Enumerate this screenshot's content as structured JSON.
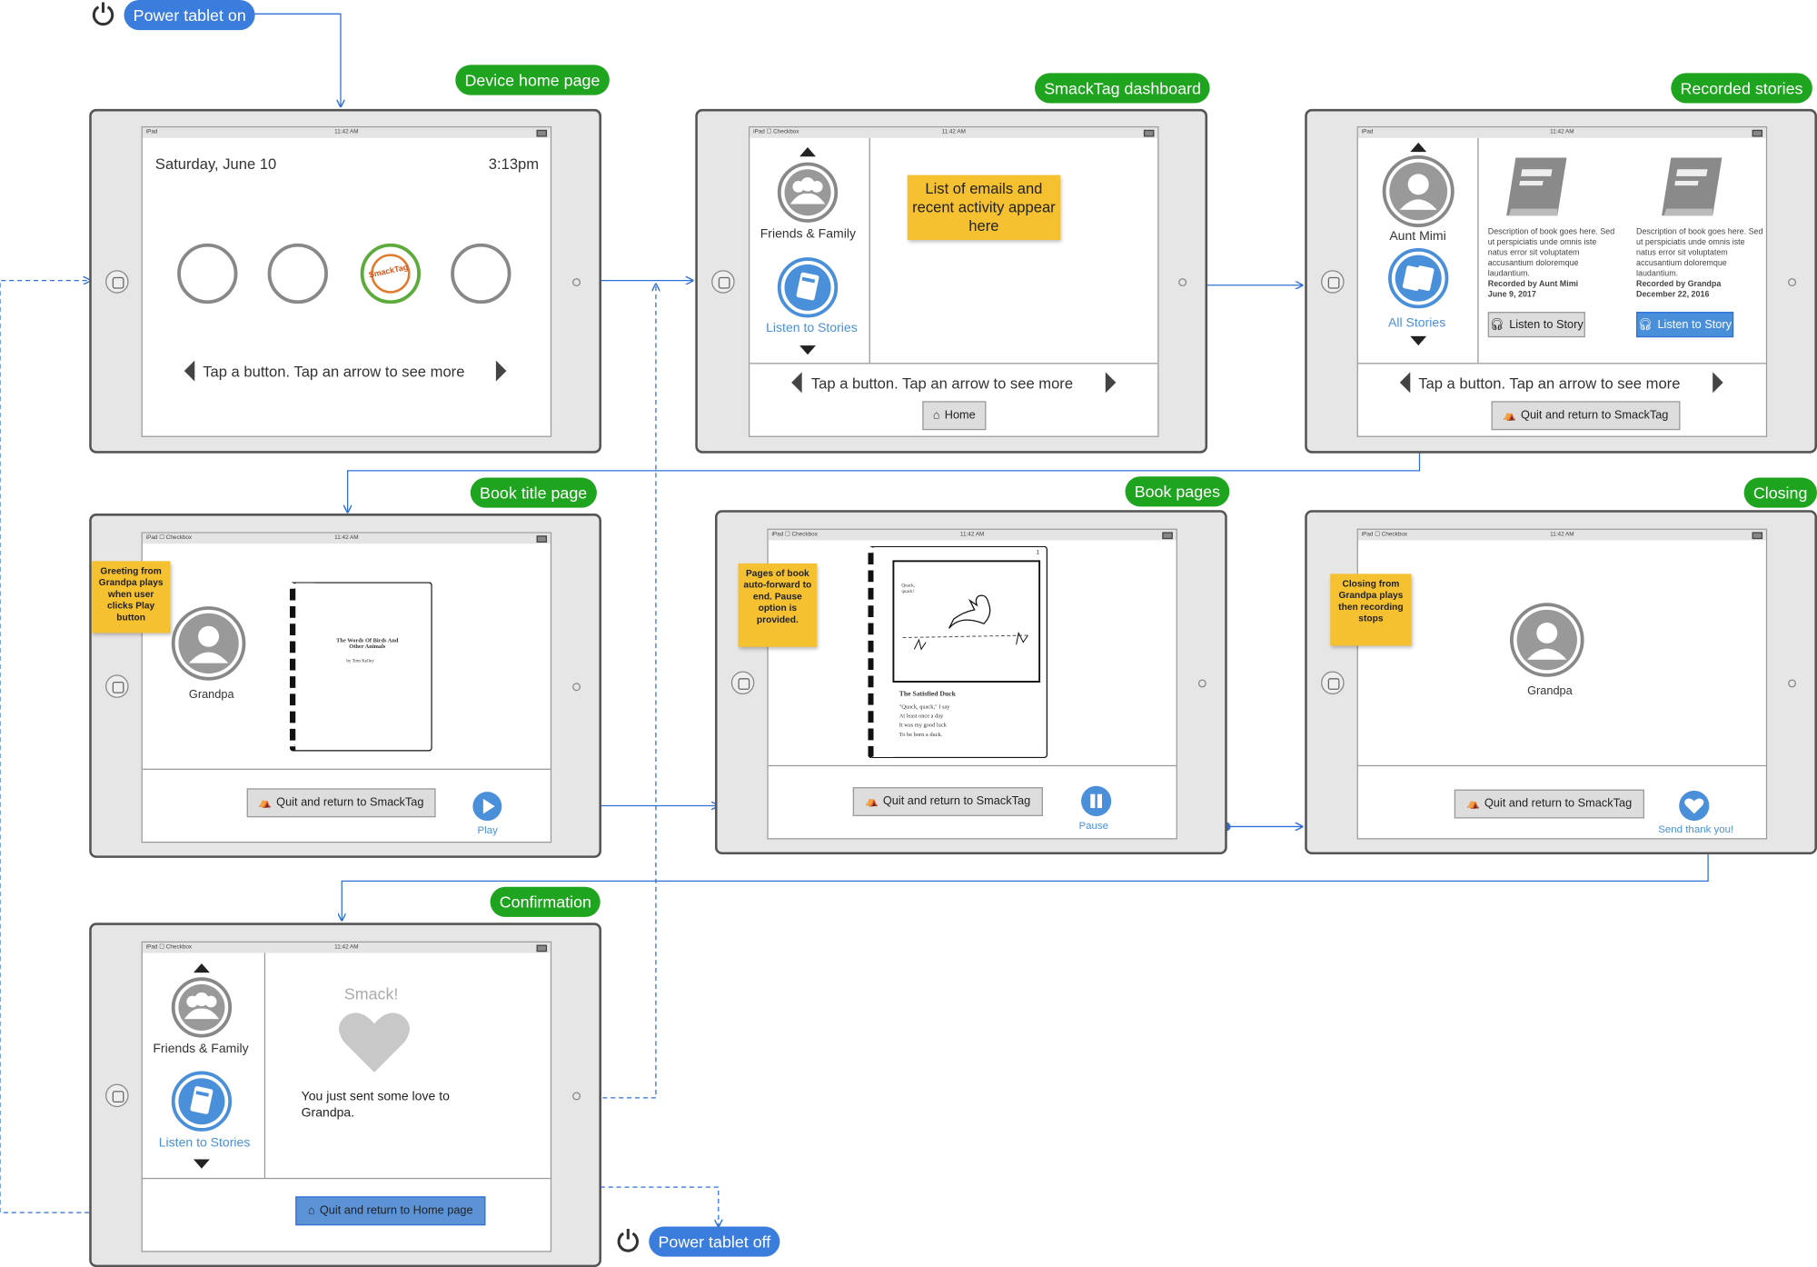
{
  "power_on": {
    "label": "Power tablet on",
    "icon": "power-icon"
  },
  "power_off": {
    "label": "Power tablet off",
    "icon": "power-icon"
  },
  "status_bar": {
    "device": "iPad",
    "checkbox_label": "Checkbox",
    "time": "11:42 AM"
  },
  "screens": {
    "device_home": {
      "title": "Device home page",
      "date": "Saturday, June 10",
      "time": "3:13pm",
      "app_logo_text": "SmackTag",
      "hint": "Tap a button. Tap an arrow to see more"
    },
    "dashboard": {
      "title": "SmackTag dashboard",
      "friends_label": "Friends & Family",
      "stories_label": "Listen to Stories",
      "note": "List of emails and recent activity appear here",
      "hint": "Tap a button. Tap an arrow to see more",
      "home_button": "Home"
    },
    "recorded": {
      "title": "Recorded stories",
      "person_label": "Aunt Mimi",
      "all_stories_label": "All Stories",
      "books": [
        {
          "description": "Description of book goes here. Sed ut perspiciatis unde omnis iste natus error sit voluptatem accusantium doloremque laudantium.",
          "recorded_by": "Recorded by Aunt Mimi",
          "date": "June 9, 2017",
          "button": "Listen to Story"
        },
        {
          "description": "Description of book goes here. Sed ut perspiciatis unde omnis iste natus error sit voluptatem accusantium doloremque laudantium.",
          "recorded_by": "Recorded by Grandpa",
          "date": "December 22, 2016",
          "button": "Listen to Story"
        }
      ],
      "hint": "Tap a button. Tap an arrow to see more",
      "quit_button": "Quit and return to SmackTag"
    },
    "book_title": {
      "title": "Book title page",
      "sticky": "Greeting from Grandpa plays when user clicks Play button",
      "person_label": "Grandpa",
      "book_title": "The Words Of Birds And Other Animals",
      "book_author": "by Tom Kelley",
      "quit_button": "Quit and return to SmackTag",
      "play_label": "Play"
    },
    "book_pages": {
      "title": "Book pages",
      "sticky": "Pages of book auto-forward to end. Pause option is provided.",
      "page_caption_title": "The Satisfied Duck",
      "page_caption_lines": [
        "\"Quack, quack,\" I say",
        "At least once a day",
        "It was my good luck",
        "To be born a duck."
      ],
      "speech_bubble": "Quack, quack!",
      "page_number": "1",
      "quit_button": "Quit and return to SmackTag",
      "pause_label": "Pause"
    },
    "closing": {
      "title": "Closing",
      "sticky": "Closing from Grandpa plays then recording stops",
      "person_label": "Grandpa",
      "quit_button": "Quit and return to SmackTag",
      "send_label": "Send thank you!"
    },
    "confirmation": {
      "title": "Confirmation",
      "friends_label": "Friends & Family",
      "stories_label": "Listen to Stories",
      "smack_text": "Smack!",
      "message": "You just sent some love to Grandpa.",
      "quit_button": "Quit and return to Home page"
    }
  },
  "colors": {
    "green": "#1ea41e",
    "blue": "#3b7ddd",
    "sticky": "#f5c131",
    "link_blue": "#4a8fd9",
    "connector": "#2f6fd6"
  }
}
